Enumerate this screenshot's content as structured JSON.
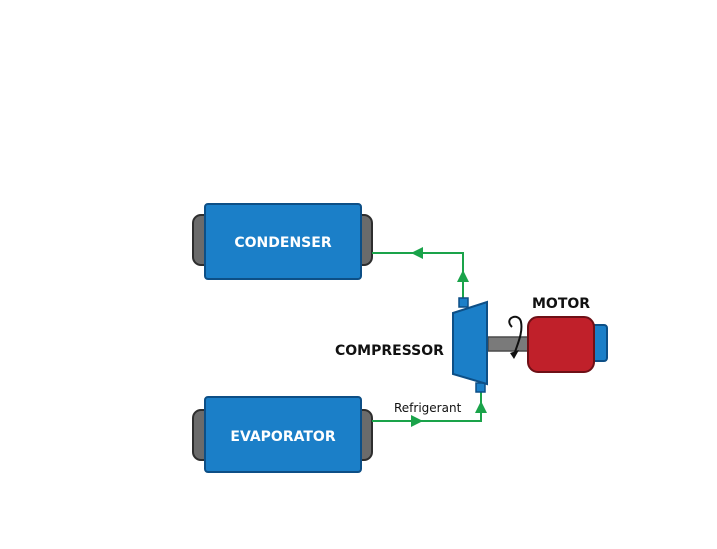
{
  "labels": {
    "condenser": "CONDENSER",
    "evaporator": "EVAPORATOR",
    "compressor": "COMPRESSOR",
    "motor": "MOTOR",
    "refrigerant": "Refrigerant"
  },
  "colors": {
    "unit_blue": "#1b7fc8",
    "unit_border": "#0d4f86",
    "end_cap_gray": "#6b6b6b",
    "pipe_green": "#1aa34a",
    "motor_red": "#c0202a",
    "shaft_gray": "#7a7a7a"
  }
}
